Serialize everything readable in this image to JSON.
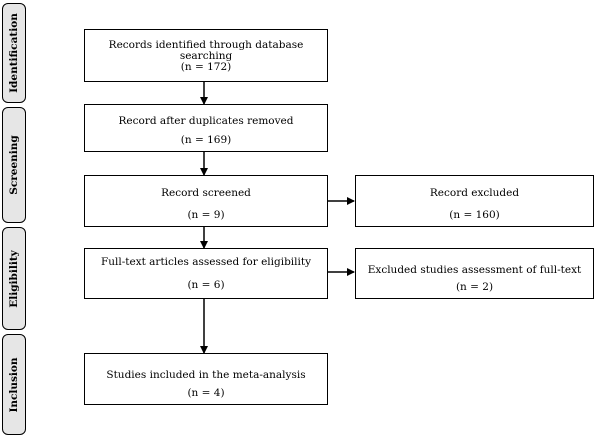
{
  "stages": {
    "identification": "Identification",
    "screening": "Screening",
    "eligibility": "Eligibility",
    "inclusion": "Inclusion"
  },
  "boxes": {
    "identified": {
      "label": "Records identified through database searching",
      "count": "(n = 172)"
    },
    "after_duplicates": {
      "label": "Record after duplicates removed",
      "count": "(n = 169)"
    },
    "screened": {
      "label": "Record screened",
      "count": "(n = 9)"
    },
    "excluded": {
      "label": "Record excluded",
      "count": "(n = 160)"
    },
    "full_text": {
      "label": "Full-text articles assessed for eligibility",
      "count": "(n = 6)"
    },
    "excluded_full_text": {
      "label": "Excluded studies assessment of full-text",
      "count": "(n = 2)"
    },
    "included": {
      "label": "Studies included in the meta-analysis",
      "count": "(n = 4)"
    }
  },
  "colors": {
    "stage_fill": "#e6e6e6",
    "line": "#000000"
  }
}
